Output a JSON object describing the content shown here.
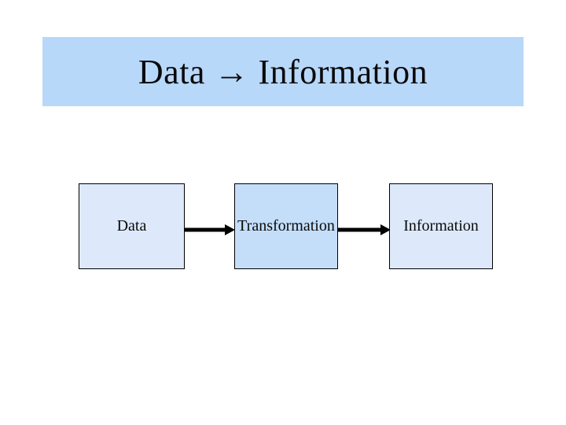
{
  "slide": {
    "title": "Data → Information"
  },
  "diagram": {
    "boxes": [
      {
        "label": "Data"
      },
      {
        "label": "Transformation"
      },
      {
        "label": "Information"
      }
    ],
    "arrows": [
      {
        "from": "Data",
        "to": "Transformation"
      },
      {
        "from": "Transformation",
        "to": "Information"
      }
    ]
  },
  "colors": {
    "background": "#ffffff",
    "title_bg": "#b8d8fa",
    "box_fill_light": "#dde9fa",
    "box_fill_medium": "#c4defa",
    "box_border": "#000000",
    "arrow": "#000000",
    "text": "#0a0a0a"
  }
}
